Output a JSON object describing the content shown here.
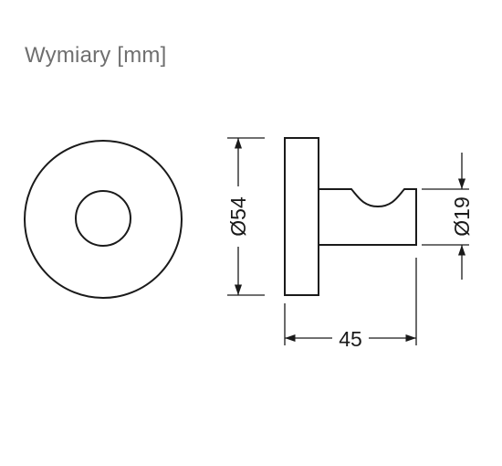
{
  "title": "Wymiary [mm]",
  "dimensions": {
    "diameter_base": "Ø54",
    "depth": "45",
    "diameter_hook": "Ø19"
  },
  "colors": {
    "stroke": "#1a1a1a",
    "title": "#6f6f6f"
  }
}
